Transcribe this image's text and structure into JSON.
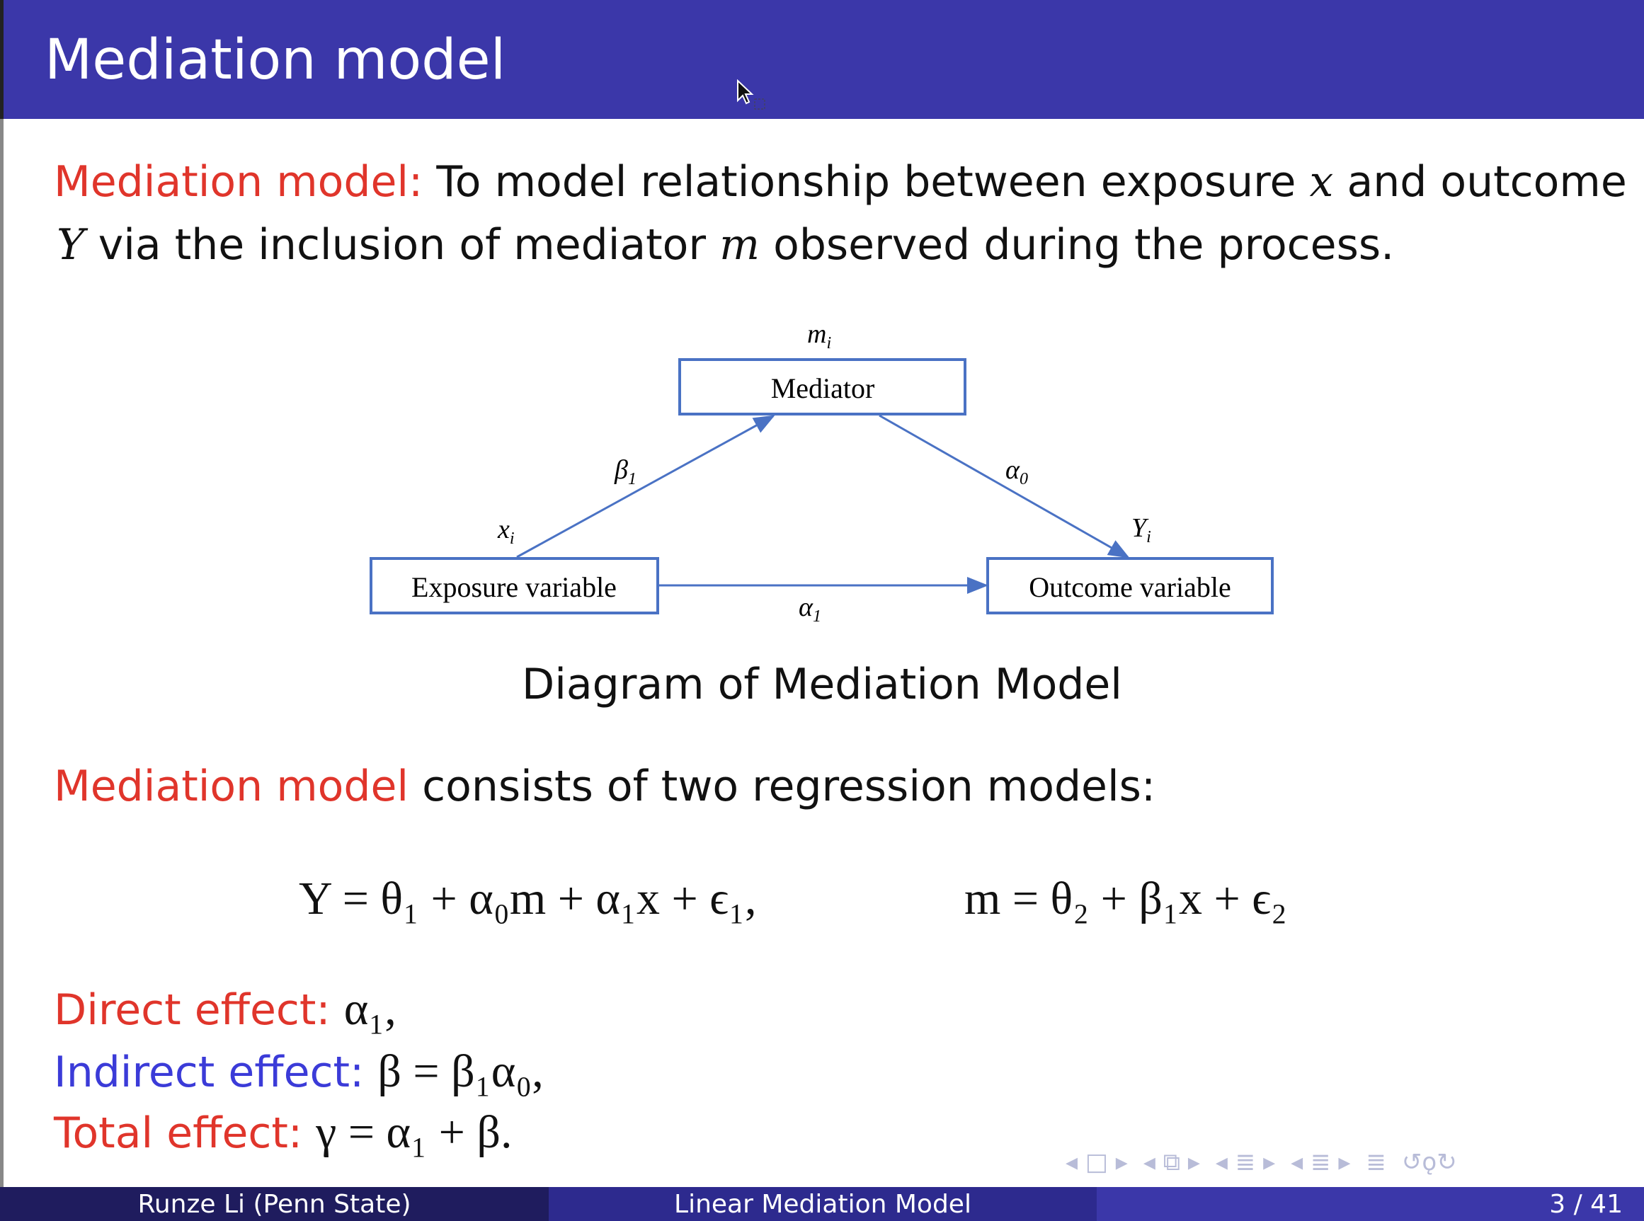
{
  "slide": {
    "title": "Mediation model",
    "intro": {
      "term": "Mediation model:",
      "line1": "To model relationship between exposure",
      "x": "x",
      "and_outcome": "and outcome",
      "Y": "Y",
      "line2a": "via the inclusion of mediator",
      "m": "m",
      "line2b": "observed during the process."
    },
    "diagram": {
      "mediator": "Mediator",
      "exposure": "Exposure variable",
      "outcome": "Outcome variable",
      "m_label": "m",
      "x_label": "x",
      "y_label": "Y",
      "sub_i": "i",
      "beta": "β",
      "alpha": "α",
      "sub_0": "0",
      "sub_1": "1",
      "caption": "Diagram of Mediation Model"
    },
    "consists": {
      "term": "Mediation model",
      "rest": "consists of two regression models:"
    },
    "equations": {
      "eq1": "Y = θ₁ + α₀m + α₁x + ϵ₁,",
      "eq2": "m = θ₂ + β₁x + ϵ₂"
    },
    "effects": [
      {
        "label": "Direct effect:",
        "value": "α₁,"
      },
      {
        "label": "Indirect effect:",
        "value": "β = β₁α₀,"
      },
      {
        "label": "Total effect:",
        "value": "γ = α₁ + β."
      }
    ]
  },
  "footer": {
    "author": "Runze Li  (Penn State)",
    "talk": "Linear Mediation Model",
    "page": "3 / 41"
  },
  "nav": [
    "◂ □ ▸",
    "◂ ⧉ ▸",
    "◂ ≣ ▸",
    "◂ ≣ ▸",
    "≣",
    "↺ǫ↻"
  ],
  "colors": {
    "header": "#3b37a9",
    "red": "#e0352b",
    "blue": "#3b3bd8",
    "arrow": "#4a72c4"
  }
}
